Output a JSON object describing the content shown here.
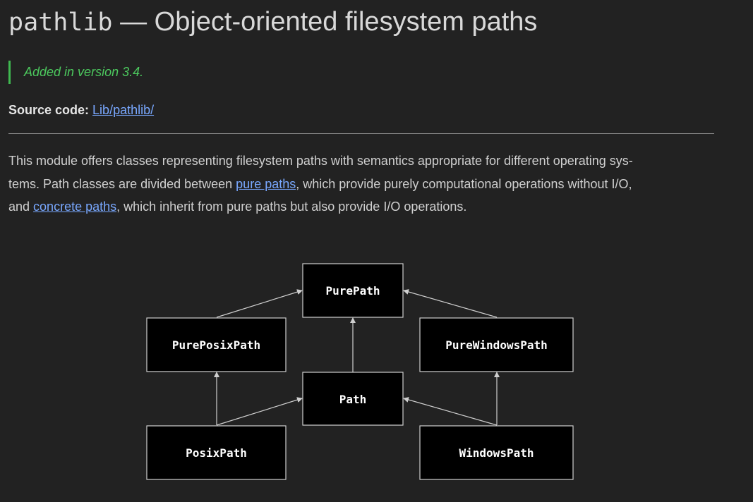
{
  "header": {
    "title_code": "pathlib",
    "title_rest": " — Object-oriented filesystem paths"
  },
  "version_note": "Added in version 3.4.",
  "source": {
    "label": "Source code:",
    "link_text": "Lib/pathlib/"
  },
  "intro": {
    "line1": "This module offers classes representing filesystem paths with semantics appropriate for different operating sys-",
    "line2_a": "tems. Path classes are divided between ",
    "line2_link": "pure paths",
    "line2_b": ", which provide purely computational operations without I/O,",
    "line3_a": "and ",
    "line3_link": "concrete paths",
    "line3_b": ", which inherit from pure paths but also provide I/O operations."
  },
  "diagram": {
    "nodes": {
      "pure_path": "PurePath",
      "pure_posix_path": "PurePosixPath",
      "pure_windows_path": "PureWindowsPath",
      "path": "Path",
      "posix_path": "PosixPath",
      "windows_path": "WindowsPath"
    },
    "colors": {
      "box_fill": "#000000",
      "box_stroke": "#cfcfcf",
      "arrow": "#cfcfcf"
    }
  },
  "colors": {
    "background": "#222222",
    "text": "#d0d0d0",
    "link": "#79a8ff",
    "version_accent": "#3fb950"
  }
}
